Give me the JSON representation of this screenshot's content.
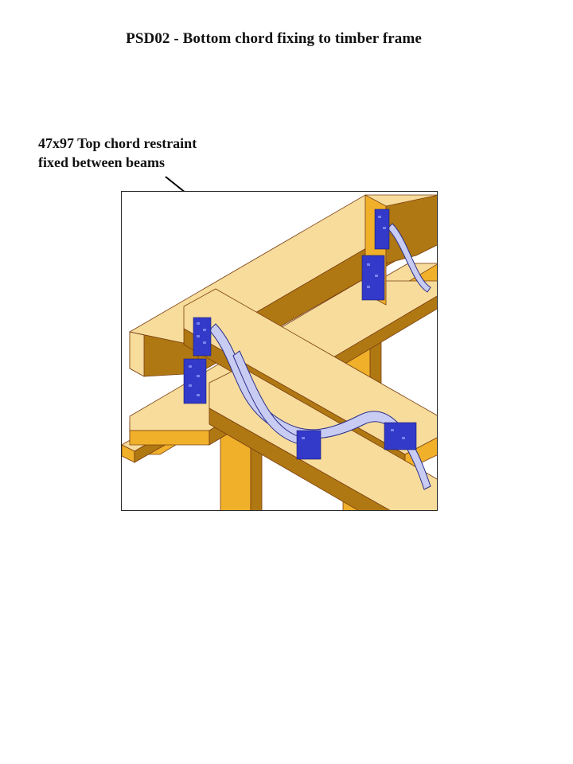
{
  "title": "PSD02 - Bottom chord fixing to timber frame",
  "callout": {
    "line1": "47x97 Top chord restraint",
    "line2": "fixed between beams"
  },
  "colors": {
    "timber_light": "#f7dc9c",
    "timber_mid": "#f0b02a",
    "timber_dark": "#b07812",
    "timber_edge": "#7a3f12",
    "plate_blue": "#3339c8",
    "strap_light": "#c9ccf2",
    "strap_edge": "#2a2e8a"
  }
}
